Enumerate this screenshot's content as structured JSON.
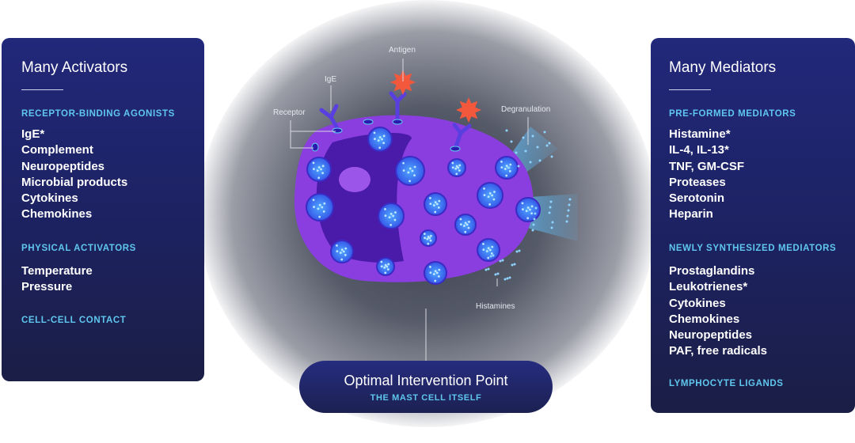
{
  "left_panel": {
    "title": "Many Activators",
    "sections": [
      {
        "heading": "RECEPTOR-BINDING AGONISTS",
        "items": [
          "IgE*",
          "Complement",
          "Neuropeptides",
          "Microbial products",
          "Cytokines",
          "Chemokines"
        ]
      },
      {
        "heading": "PHYSICAL ACTIVATORS",
        "items": [
          "Temperature",
          "Pressure"
        ]
      },
      {
        "heading": "CELL-CELL CONTACT",
        "items": []
      }
    ]
  },
  "right_panel": {
    "title": "Many Mediators",
    "sections": [
      {
        "heading": "PRE-FORMED MEDIATORS",
        "items": [
          "Histamine*",
          "IL-4, IL-13*",
          "TNF, GM-CSF",
          "Proteases",
          "Serotonin",
          "Heparin"
        ]
      },
      {
        "heading": "NEWLY SYNTHESIZED MEDIATORS",
        "items": [
          "Prostaglandins",
          "Leukotrienes*",
          "Cytokines",
          "Chemokines",
          "Neuropeptides",
          "PAF, free radicals"
        ]
      },
      {
        "heading": "LYMPHOCYTE LIGANDS",
        "items": []
      }
    ]
  },
  "diagram": {
    "labels": {
      "antigen": "Antigen",
      "ige": "IgE",
      "receptor": "Receptor",
      "degranulation": "Degranulation",
      "histamines": "Histamines"
    }
  },
  "callout": {
    "title": "Optimal Intervention Point",
    "subtitle": "THE MAST CELL ITSELF"
  },
  "colors": {
    "panel": "#1f2570",
    "accent": "#5fc7ee",
    "cell": "#8a3ee0",
    "antigen": "#f4583c"
  }
}
